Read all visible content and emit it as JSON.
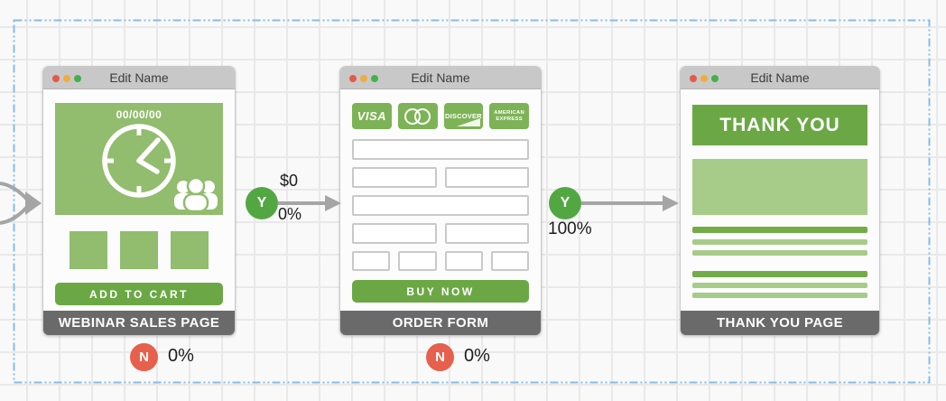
{
  "canvas": {
    "grid_background": "#f9f9f9",
    "grid_line_color": "#e9e9e9",
    "selection_border_color": "#85bdea"
  },
  "colors": {
    "green_mid": "#92bc6e",
    "green_bright": "#6ba845",
    "green_light": "#a7cb89",
    "yes_badge_green": "#53a743",
    "no_badge_red": "#e7604d",
    "arrow_grey": "#a5a5a5",
    "window_header_grey": "#c8c8c8",
    "footer_grey": "#6a6a6a"
  },
  "cards": [
    {
      "type": "webinar-sales-page",
      "header_title": "Edit Name",
      "hero_date": "00/00/00",
      "cta_label": "ADD TO CART",
      "footer_label": "WEBINAR SALES PAGE"
    },
    {
      "type": "order-form",
      "header_title": "Edit Name",
      "payments": {
        "visa": "VISA",
        "discover": "DISCOVER",
        "amex_line1": "AMERICAN",
        "amex_line2": "EXPRESS"
      },
      "cta_label": "BUY NOW",
      "footer_label": "ORDER FORM"
    },
    {
      "type": "thank-you-page",
      "header_title": "Edit Name",
      "banner_text": "THANK YOU",
      "footer_label": "THANK YOU PAGE"
    }
  ],
  "connectors": [
    {
      "yes_label": "Y",
      "amount": "$0",
      "percent": "0%"
    },
    {
      "yes_label": "Y",
      "percent": "100%"
    }
  ],
  "no_stats": [
    {
      "label": "N",
      "percent": "0%"
    },
    {
      "label": "N",
      "percent": "0%"
    }
  ]
}
